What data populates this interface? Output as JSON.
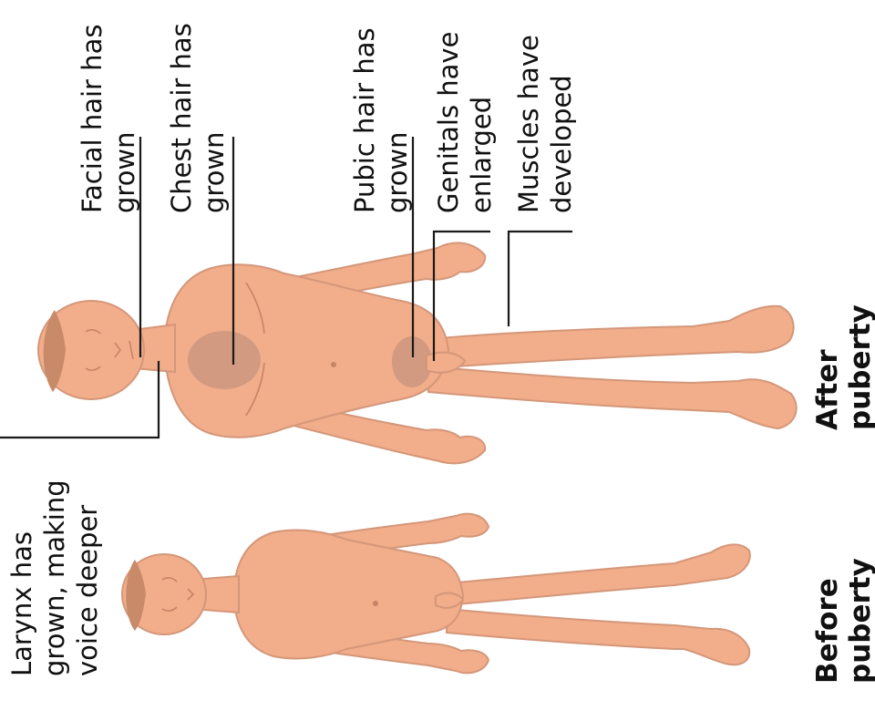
{
  "colors": {
    "skin": "#f2ad8a",
    "skin_outline": "#d4977a",
    "hair": "#c98a6a",
    "body_hair": "#b88a7a",
    "leader": "#1a1a1a",
    "text": "#111111"
  },
  "labels": {
    "facial_hair": [
      "Facial hair has",
      "grown"
    ],
    "chest_hair": [
      "Chest hair has",
      "grown"
    ],
    "pubic_hair": [
      "Pubic hair has",
      "grown"
    ],
    "genitals": [
      "Genitals have",
      "enlarged"
    ],
    "muscles": [
      "Muscles have",
      "developed"
    ],
    "larynx": [
      "Larynx has",
      "grown, making",
      "voice deeper"
    ]
  },
  "captions": {
    "after": [
      "After",
      "puberty"
    ],
    "before": [
      "Before",
      "puberty"
    ]
  }
}
